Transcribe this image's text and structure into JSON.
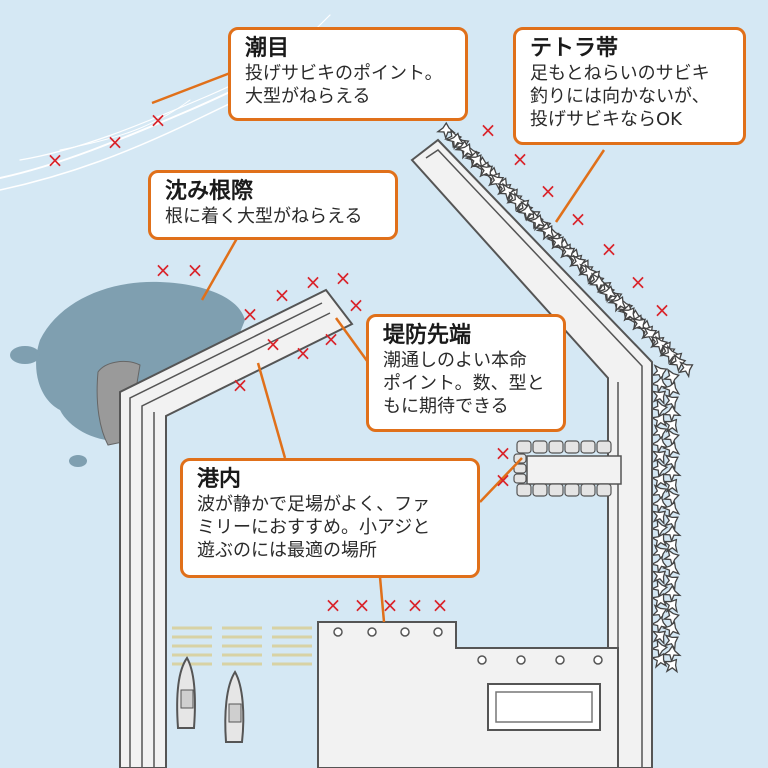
{
  "colors": {
    "sea": "#d5e8f4",
    "reef": "#7f9fb0",
    "rock": "#9a9a9a",
    "pier": "#ececec",
    "pier_outline": "#555555",
    "accent": "#e0701a",
    "marker": "#d9232a"
  },
  "marker_symbol": "×",
  "callouts": [
    {
      "id": "shiome",
      "title": "潮目",
      "lines": [
        "投げサビキのポイント。",
        "大型がねらえる"
      ]
    },
    {
      "id": "tetora",
      "title": "テトラ帯",
      "lines": [
        "足もとねらいのサビキ",
        "釣りには向かないが、",
        "投げサビキならOK"
      ]
    },
    {
      "id": "shizumine",
      "title": "沈み根際",
      "lines": [
        "根に着く大型がねらえる"
      ]
    },
    {
      "id": "teibou",
      "title": "堤防先端",
      "lines": [
        "潮通しのよい本命",
        "ポイント。数、型と",
        "もに期待できる"
      ]
    },
    {
      "id": "kounai",
      "title": "港内",
      "lines": [
        "波が静かで足場がよく、ファ",
        "ミリーにおすすめ。小アジと",
        "遊ぶのには最適の場所"
      ]
    }
  ]
}
